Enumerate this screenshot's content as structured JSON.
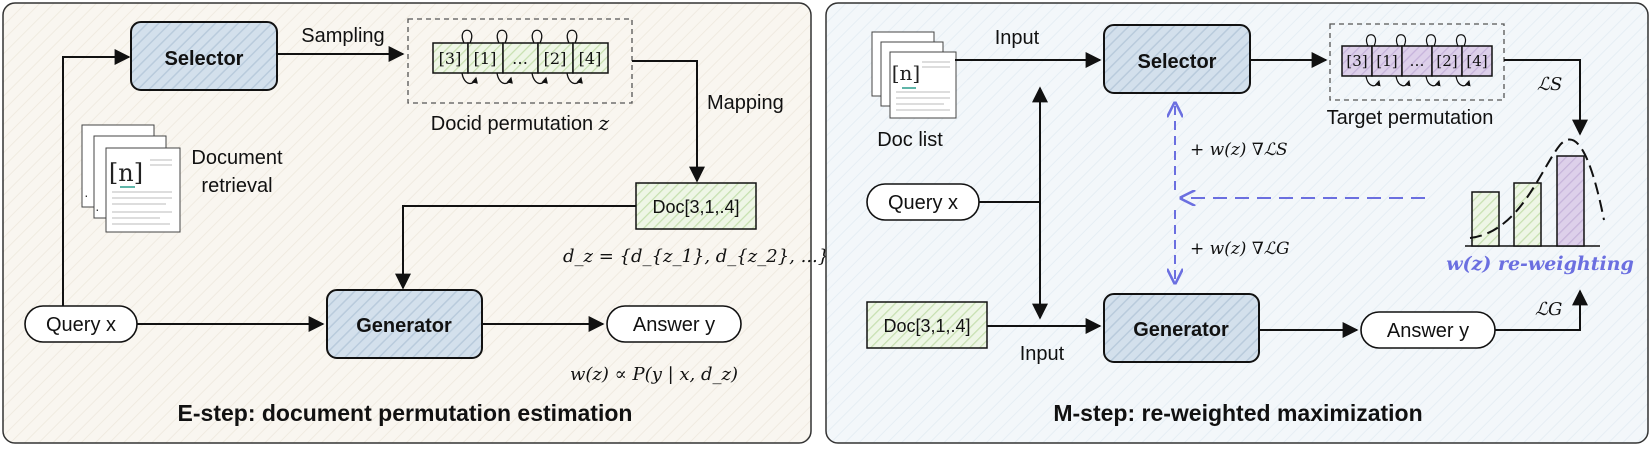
{
  "left_panel": {
    "caption": "E-step: document permutation estimation",
    "selector_label": "Selector",
    "generator_label": "Generator",
    "sampling_label": "Sampling",
    "mapping_label": "Mapping",
    "permutation_cells": [
      "[3]",
      "[1]",
      "…",
      "[2]",
      "[4]"
    ],
    "permutation_caption": "Docid permutation",
    "permutation_var": "z",
    "retrieval_label_line1": "Document",
    "retrieval_label_line2": "retrieval",
    "doc_icon_label": "[n]",
    "doc_box": "Doc[3,1,.4]",
    "dz_formula": "d_z = {d_{z_1}, d_{z_2}, ...}",
    "query": "Query x",
    "answer": "Answer y",
    "weight_formula": "w(z) ∝ P(y | x, d_z)"
  },
  "right_panel": {
    "caption": "M-step: re-weighted maximization",
    "selector_label": "Selector",
    "generator_label": "Generator",
    "input_top": "Input",
    "input_bottom": "Input",
    "doc_list_label": "Doc list",
    "doc_icon_label": "[n]",
    "query": "Query x",
    "doc_box": "Doc[3,1,.4]",
    "answer": "Answer y",
    "permutation_cells": [
      "[3]",
      "[1]",
      "…",
      "[2]",
      "[4]"
    ],
    "target_caption": "Target permutation",
    "loss_s": "ℒS",
    "loss_g": "ℒG",
    "grad_s": "+ w(z) ∇ℒS",
    "grad_g": "+ w(z) ∇ℒG",
    "reweight_label": "w(z) re-weighting"
  },
  "colors": {
    "selector_fill": "#cfdde9",
    "green_cell": "#e6f2da",
    "purple_cell": "#d9cde6",
    "left_bg": "#f8f5ef",
    "right_bg": "#f1f5f9",
    "dashed_blue": "#6b6fe0"
  }
}
